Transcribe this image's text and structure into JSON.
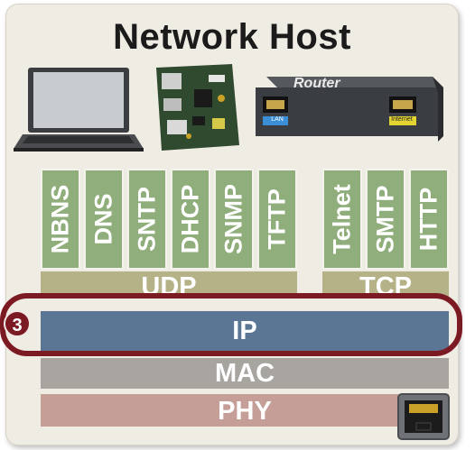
{
  "title": "Network Host",
  "devices": {
    "router_label": "Router",
    "lan_label": "LAN",
    "internet_label": "Internet"
  },
  "udp_protocols": [
    "NBNS",
    "DNS",
    "SNTP",
    "DHCP",
    "SNMP",
    "TFTP"
  ],
  "tcp_protocols": [
    "Telnet",
    "SMTP",
    "HTTP"
  ],
  "layers": {
    "udp": "UDP",
    "tcp": "TCP",
    "ip": "IP",
    "mac": "MAC",
    "phy": "PHY"
  },
  "step_badge": "3",
  "colors": {
    "app_layer": "#8fae7b",
    "transport_layer": "#b5b288",
    "ip_layer": "#5b7595",
    "mac_layer": "#a8a5a1",
    "phy_layer": "#c49e97",
    "highlight": "#7b1a22"
  }
}
